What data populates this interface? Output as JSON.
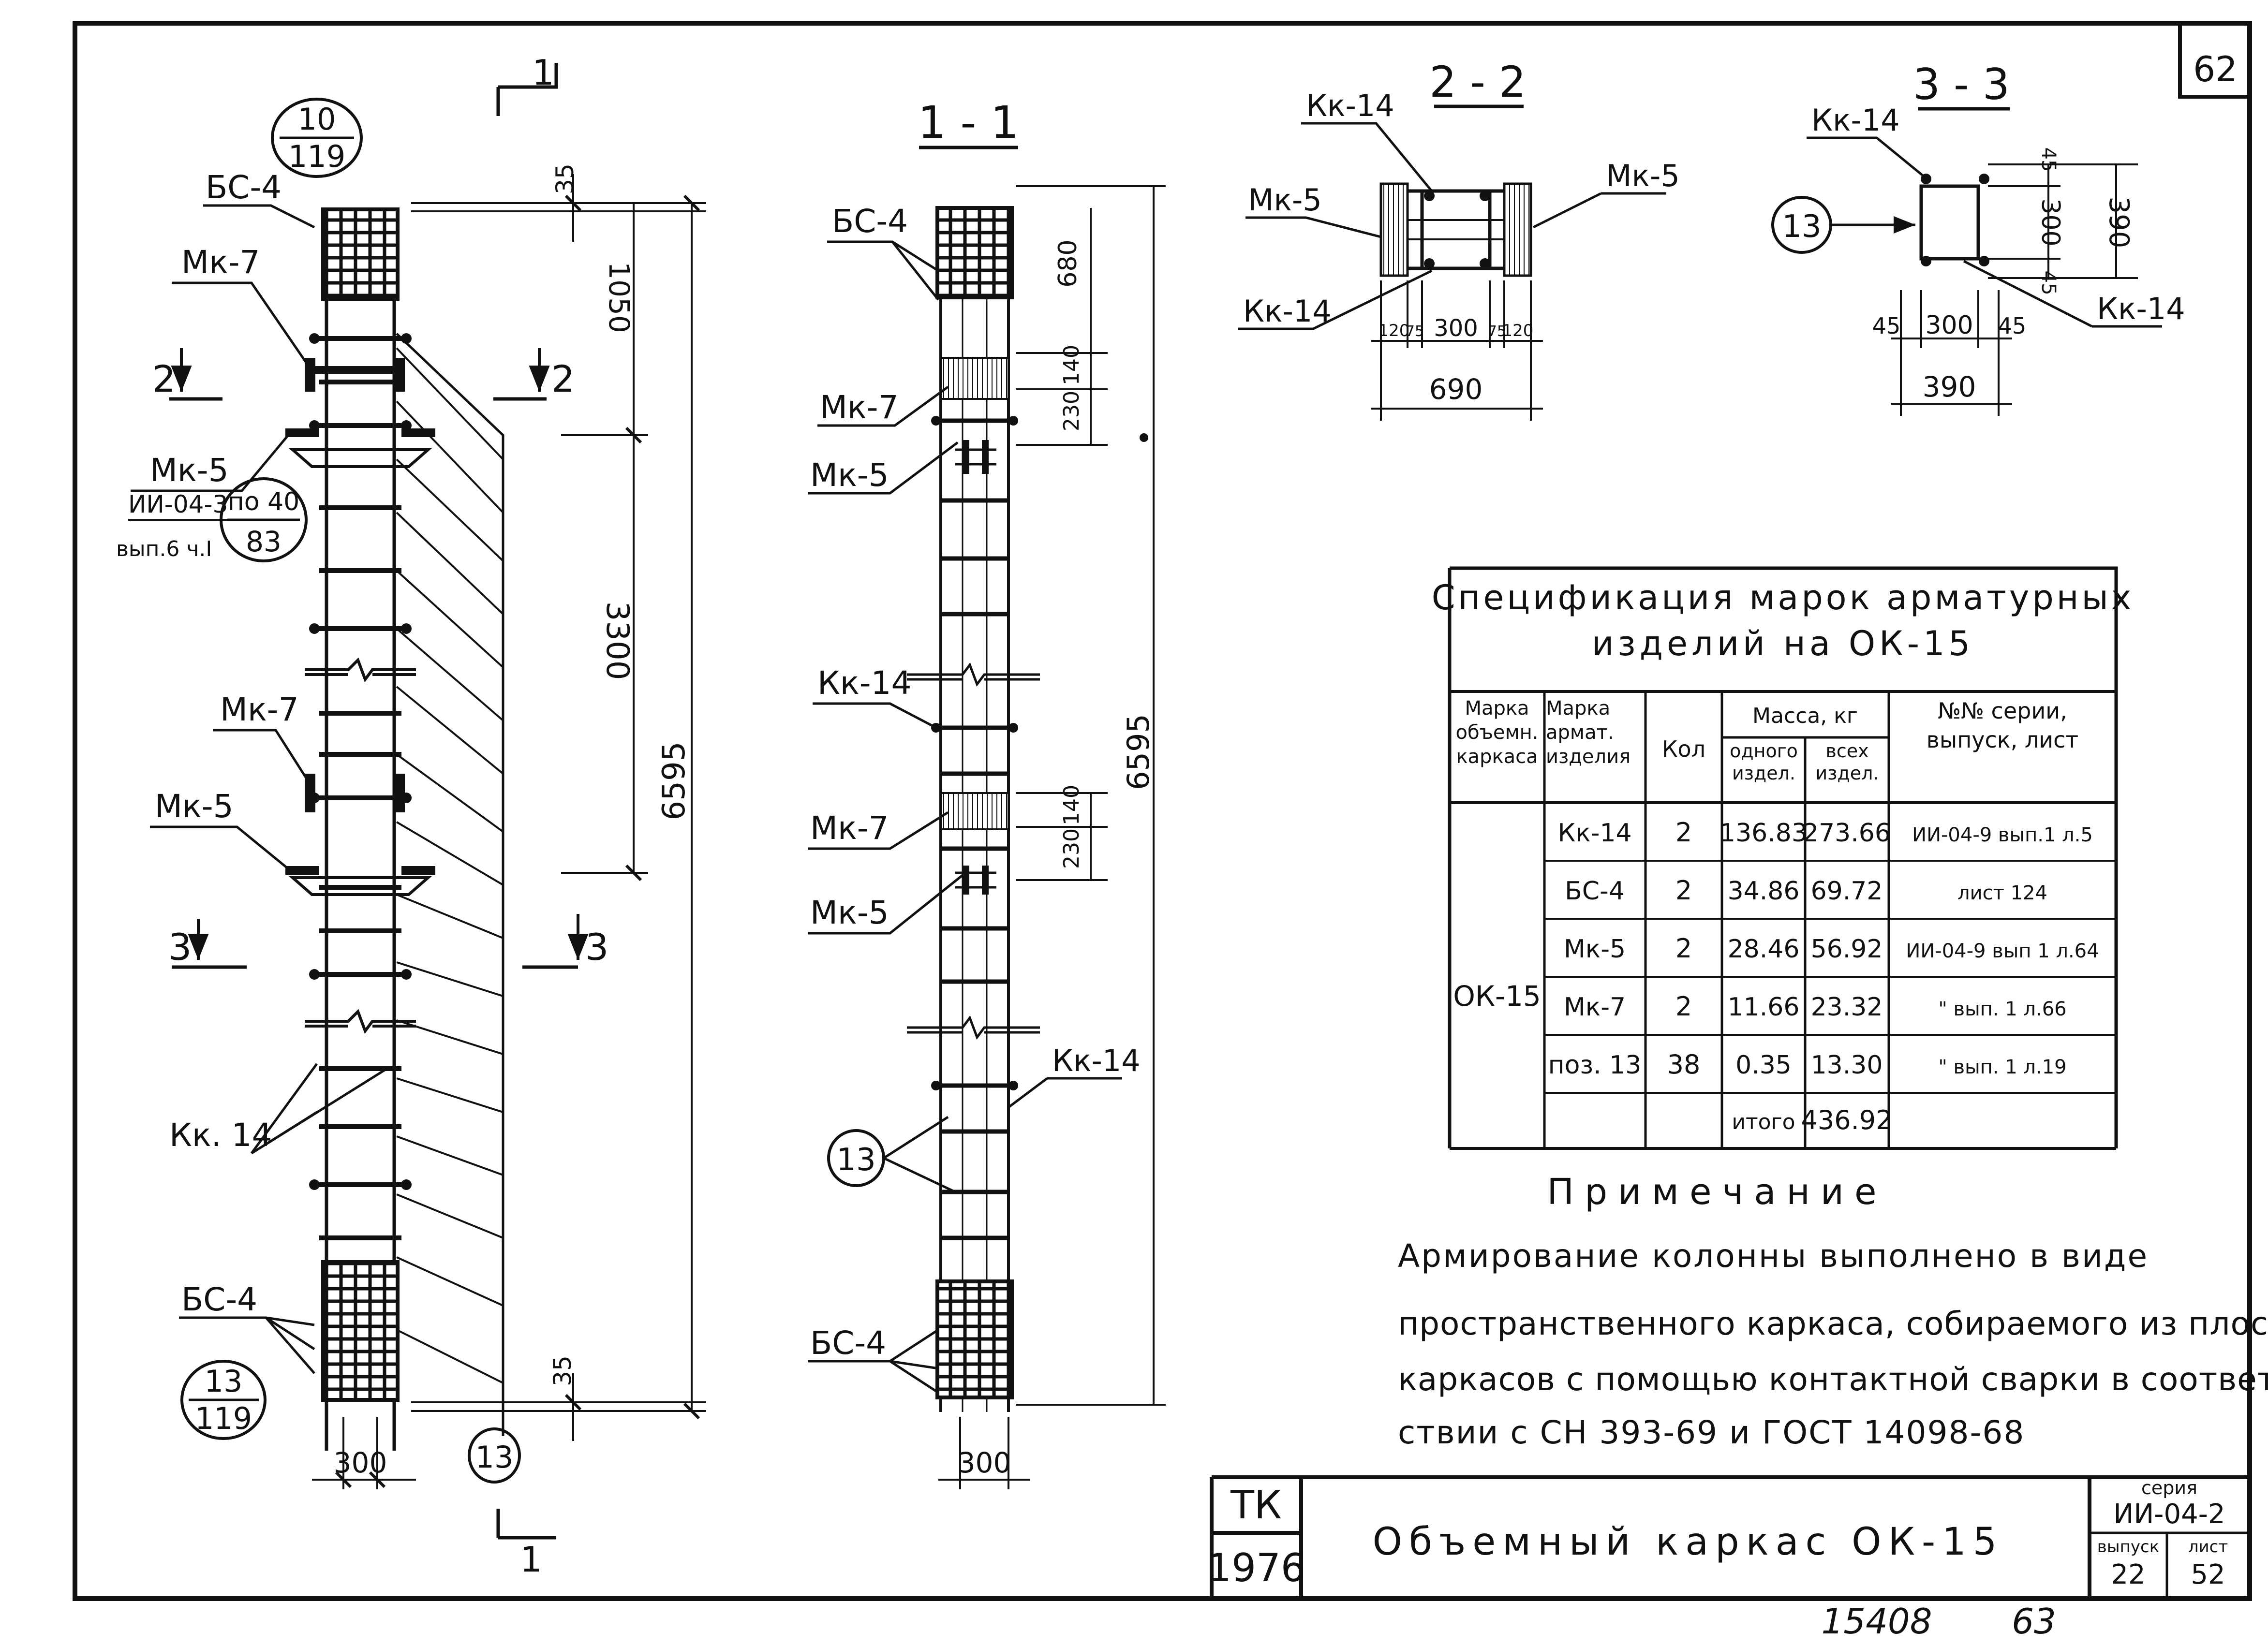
{
  "sheet": {
    "number_corner": "62",
    "handwritten_page": "15408",
    "handwritten_page2": "63"
  },
  "section_marks": {
    "one": "1",
    "two": "2",
    "three": "3"
  },
  "elevation": {
    "ref_top_num": "10",
    "ref_top_den": "119",
    "ref_bottom_num": "13",
    "ref_bottom_den": "119",
    "ref_mid_num": "по 40",
    "ref_mid_den": "83",
    "mk5_series": "ИИ-04-3",
    "mk5_issue": "вып.6 ч.I",
    "labels": {
      "bs4_top": "БС-4",
      "mk7_a": "Мк-7",
      "mk5_a": "Мк-5",
      "mk7_b": "Мк-7",
      "mk5_b": "Мк-5",
      "kk14": "Кк. 14",
      "bs4_bottom": "БС-4",
      "pos13": "13"
    },
    "dims": {
      "d35_top": "35",
      "d1050": "1050",
      "d3300": "3300",
      "d6595": "6595",
      "d35_bottom": "35",
      "d300": "300"
    }
  },
  "section_1_1": {
    "title": "1 - 1",
    "labels": {
      "bs4_top": "БС-4",
      "mk7_a": "Мк-7",
      "mk5_a": "Мк-5",
      "kk14_a": "Кк-14",
      "mk7_b": "Мк-7",
      "mk5_b": "Мк-5",
      "kk14_b": "Кк-14",
      "pos13": "13",
      "bs4_bottom": "БС-4"
    },
    "dims": {
      "d680": "680",
      "d140_a": "140",
      "d230_a": "230",
      "d6595": "6595",
      "d140_b": "140",
      "d230_b": "230",
      "d300": "300"
    }
  },
  "section_2_2": {
    "title": "2 - 2",
    "labels": {
      "kk14_top": "Кк-14",
      "mk5_left": "Мк-5",
      "mk5_right": "Мк-5",
      "kk14_bottom": "Кк-14"
    },
    "dims": [
      "120",
      "75",
      "300",
      "75",
      "120"
    ],
    "total": "690"
  },
  "section_3_3": {
    "title": "3 - 3",
    "labels": {
      "kk14_top": "Кк-14",
      "pos13": "13",
      "kk14_bottom": "Кк-14"
    },
    "dims_right": {
      "d45_top": "45",
      "d300": "300",
      "d45_bottom": "45",
      "d390": "390"
    },
    "dims_bottom": [
      "45",
      "300",
      "45"
    ],
    "total": "390"
  },
  "spec_table": {
    "title_line1": "Спецификация марок арматурных",
    "title_line2": "изделий на ОК-15",
    "headers": {
      "col1": "Марка объемн. каркаса",
      "col2": "Марка армат. изделия",
      "col3": "Кол",
      "mass": "Масса, кг",
      "mass_one": "одного издел.",
      "mass_all": "всех издел.",
      "series": "№№ серии, выпуск, лист"
    },
    "frame_mark": "ОК-15",
    "rows": [
      {
        "item": "Кк-14",
        "qty": "2",
        "one": "136.83",
        "all": "273.66",
        "ref": "ИИ-04-9 вып.1 л.5"
      },
      {
        "item": "БС-4",
        "qty": "2",
        "one": "34.86",
        "all": "69.72",
        "ref": "лист 124"
      },
      {
        "item": "Мк-5",
        "qty": "2",
        "one": "28.46",
        "all": "56.92",
        "ref": "ИИ-04-9 вып 1 л.64"
      },
      {
        "item": "Мк-7",
        "qty": "2",
        "one": "11.66",
        "all": "23.32",
        "ref": "\" вып. 1 л.66"
      },
      {
        "item": "поз. 13",
        "qty": "38",
        "one": "0.35",
        "all": "13.30",
        "ref": "\" вып. 1 л.19"
      }
    ],
    "total_label": "итого",
    "total_value": "436.92"
  },
  "note": {
    "title": "Примечание",
    "lines": [
      "Армирование колонны выполнено в виде",
      "пространственного каркаса, собираемого из плоских",
      "каркасов с помощью контактной сварки в соответ-",
      "ствии с СН 393-69 и ГОСТ 14098-68"
    ]
  },
  "title_block": {
    "org": "ТК",
    "year": "1976",
    "title": "Объемный каркас ОК-15",
    "series_label": "серия",
    "series_value": "ИИ-04-2",
    "issue_label": "выпуск",
    "issue_value": "22",
    "sheet_label": "лист",
    "sheet_value": "52"
  }
}
